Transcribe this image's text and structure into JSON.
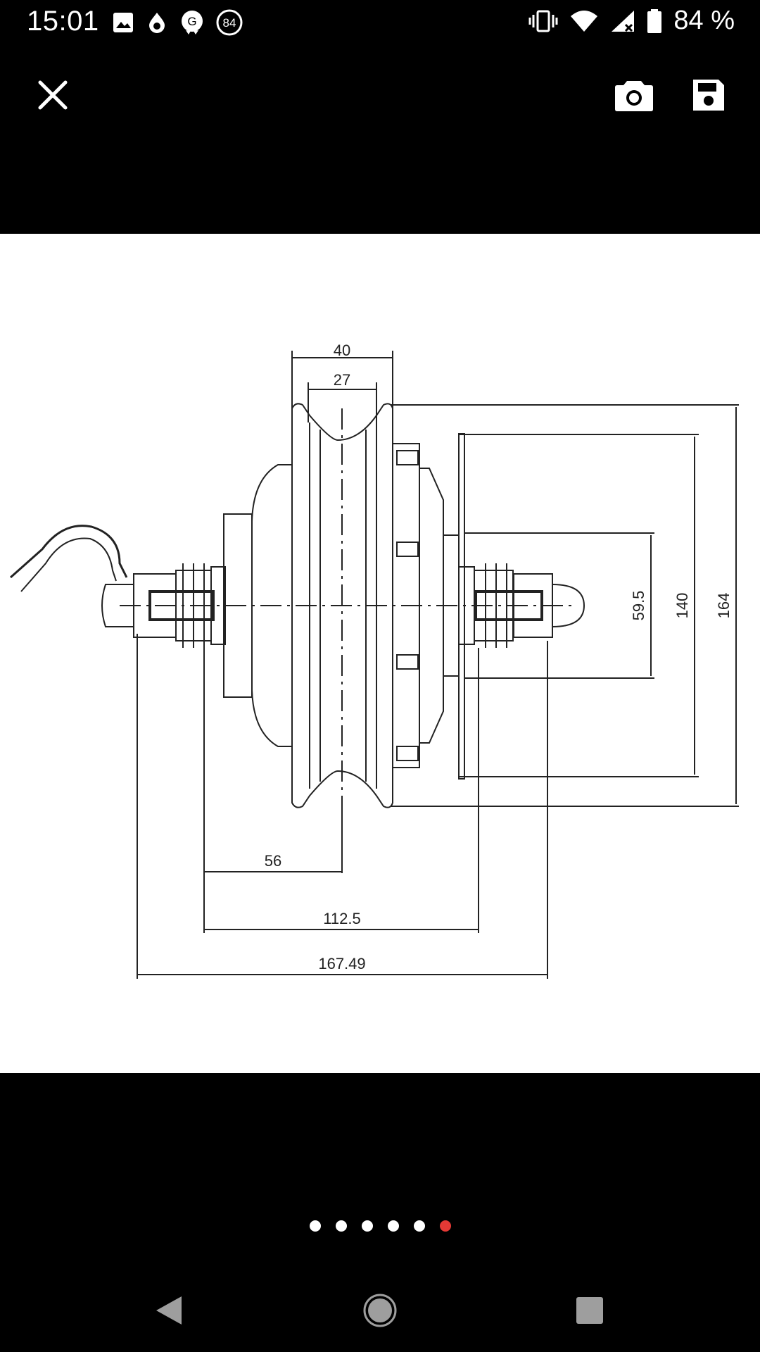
{
  "status_bar": {
    "time": "15:01",
    "notification_icons": [
      "gallery-icon",
      "drop-icon",
      "g-badge-icon",
      "counter-84-icon"
    ],
    "counter_badge": "84",
    "g_badge": "G",
    "system_icons": [
      "vibrate-icon",
      "wifi-icon",
      "signal-icon",
      "battery-icon"
    ],
    "battery_percent": "84 %"
  },
  "toolbar": {
    "close_icon": "close-icon",
    "camera_icon": "camera-icon",
    "save_icon": "save-icon"
  },
  "drawing": {
    "dimensions": {
      "top_outer": "40",
      "top_inner": "27",
      "right_small": "59.5",
      "right_mid": "140",
      "right_outer": "164",
      "bottom_1": "56",
      "bottom_2": "112.5",
      "bottom_3": "167.49"
    }
  },
  "pager": {
    "count": 6,
    "active_index": 5,
    "active_color": "#e53935",
    "inactive_color": "#ffffff"
  },
  "nav_bar": {
    "back_icon": "back-icon",
    "home_icon": "home-icon",
    "recents_icon": "recents-icon"
  }
}
